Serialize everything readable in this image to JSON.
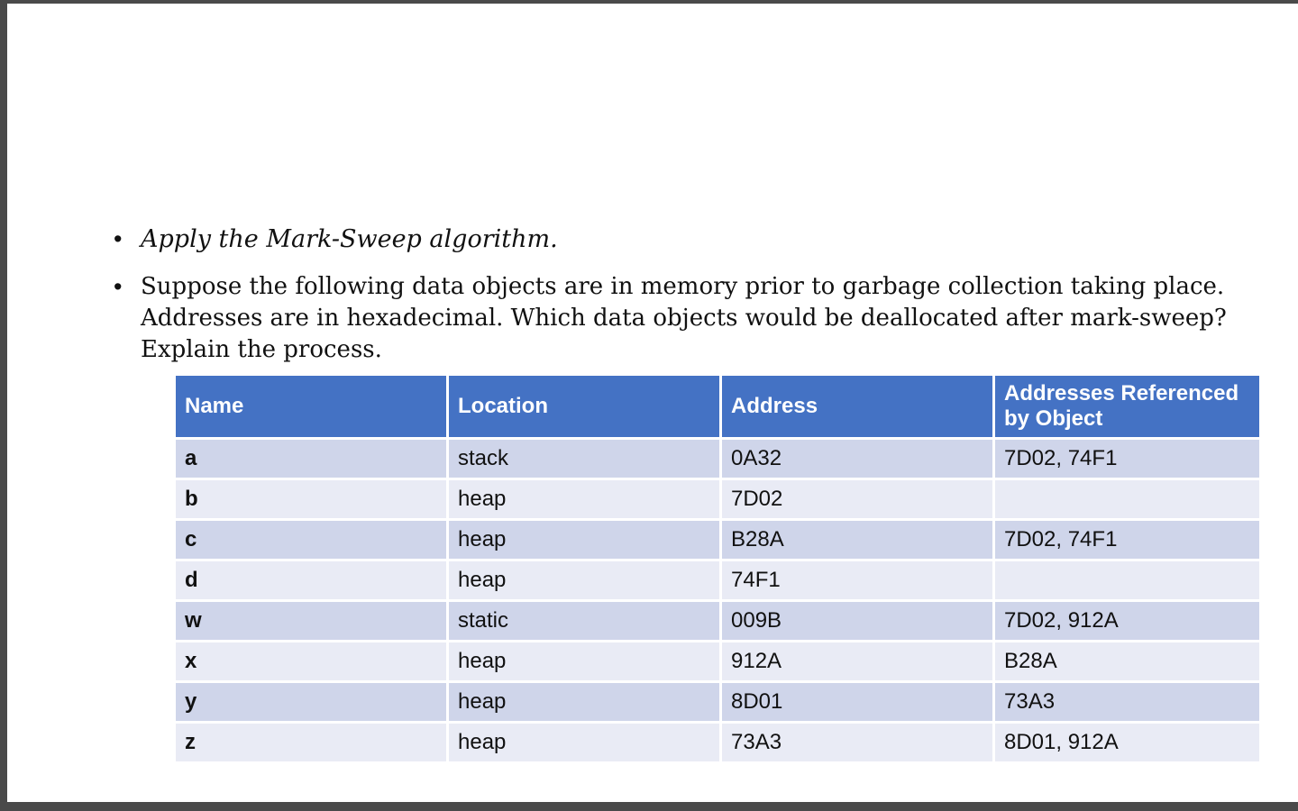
{
  "bullets": [
    {
      "text": "Apply the Mark-Sweep algorithm.",
      "style": "italic"
    },
    {
      "text": "Suppose the following data objects are in memory prior to garbage collection taking place. Addresses are in hexadecimal. Which data objects would be deallocated after mark-sweep? Explain the process.",
      "style": "normal"
    }
  ],
  "table": {
    "headers": [
      "Name",
      "Location",
      "Address",
      "Addresses Referenced by Object"
    ],
    "rows": [
      {
        "name": "a",
        "location": "stack",
        "address": "0A32",
        "refs": "7D02, 74F1"
      },
      {
        "name": "b",
        "location": "heap",
        "address": "7D02",
        "refs": ""
      },
      {
        "name": "c",
        "location": "heap",
        "address": "B28A",
        "refs": "7D02, 74F1"
      },
      {
        "name": "d",
        "location": "heap",
        "address": "74F1",
        "refs": ""
      },
      {
        "name": "w",
        "location": "static",
        "address": "009B",
        "refs": "7D02, 912A"
      },
      {
        "name": "x",
        "location": "heap",
        "address": "912A",
        "refs": "B28A"
      },
      {
        "name": "y",
        "location": "heap",
        "address": "8D01",
        "refs": "73A3"
      },
      {
        "name": "z",
        "location": "heap",
        "address": "73A3",
        "refs": "8D01, 912A"
      }
    ]
  },
  "colors": {
    "header_bg": "#4472c4",
    "row_odd_bg": "#cfd5ea",
    "row_even_bg": "#e9ebf5"
  }
}
